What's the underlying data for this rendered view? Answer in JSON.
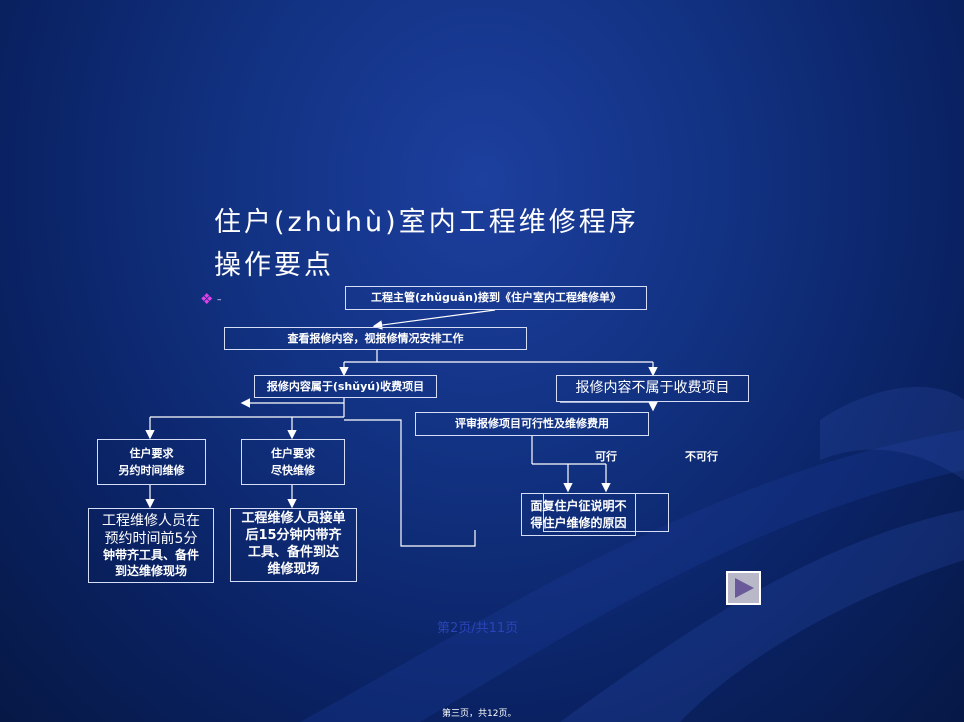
{
  "title": {
    "line1": "住户(zhùhù)室内工程维修程序",
    "line2": "操作要点"
  },
  "bullet": {
    "symbol": "❖",
    "dash": "–"
  },
  "flow": {
    "receive": "工程主管(zhǔguǎn)接到《住户室内工程维修单》",
    "check": "查看报修内容，视报修情况安排工作",
    "in_scope": "报修内容属于(shǔyú)收费项目",
    "out_scope": "报修内容不属于收费项目",
    "review": "评审报修项目可行性及维修费用",
    "label_ok": "可行",
    "label_no": "不可行",
    "appoint_1": "住户要求",
    "appoint_2": "另约时间维修",
    "asap_1": "住户要求",
    "asap_2": "尽快维修",
    "appoint_task_1": "工程维修人员在",
    "appoint_task_2": "预约时间前5分",
    "appoint_task_3": "钟带齐工具、备件",
    "appoint_task_4": "到达维修现场",
    "asap_task_1": "工程维修人员接单",
    "asap_task_2": "后15分钟内带齐",
    "asap_task_3": "工具、备件到达",
    "asap_task_4": "维修现场",
    "explain_1": "面复住户征说明不",
    "explain_2": "得住户维修的原因"
  },
  "nav": {
    "next": "next-slide"
  },
  "page_indicator": "第2页/共11页",
  "footer": "第三页，共12页。"
}
